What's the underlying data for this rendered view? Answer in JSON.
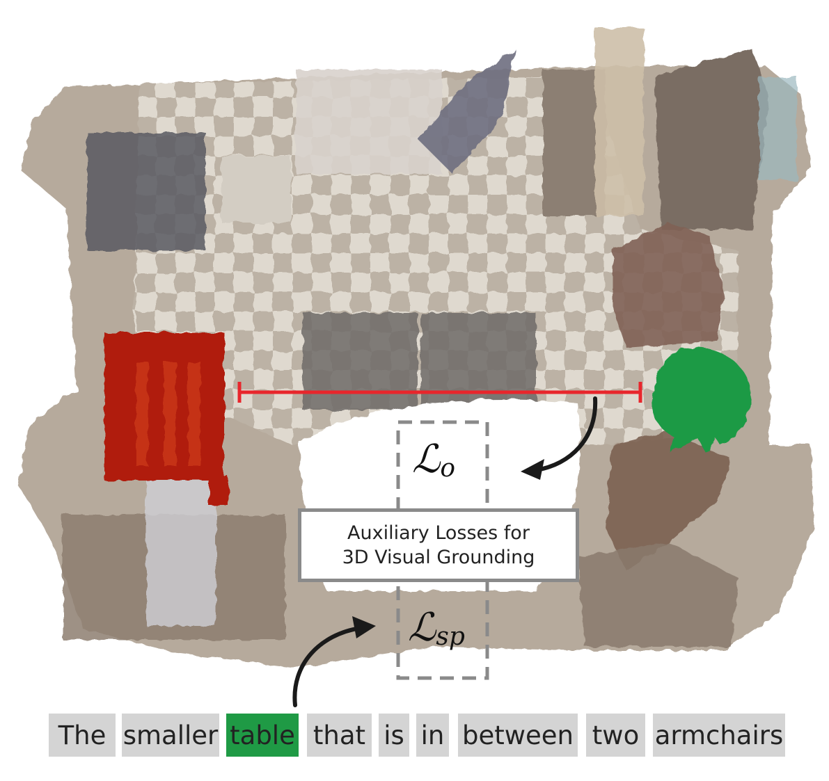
{
  "caption": {
    "line1": "Auxiliary Losses for",
    "line2": "3D Visual Grounding"
  },
  "losses": [
    {
      "symbol": "ℒ",
      "subscript": "o"
    },
    {
      "symbol": "ℒ",
      "subscript": "sp"
    }
  ],
  "sentence": {
    "tokens": [
      "The",
      "smaller",
      "table",
      "that",
      "is",
      "in",
      "between",
      "two",
      "armchairs"
    ],
    "highlighted": "table"
  },
  "colors": {
    "target_object": "#b01a10",
    "anchor_object": "#1f9a45",
    "distance_line": "#e8262c",
    "token_background": "#d4d4d4",
    "token_highlight": "#1f9a45",
    "loss_box_border": "#8a8a8a"
  }
}
